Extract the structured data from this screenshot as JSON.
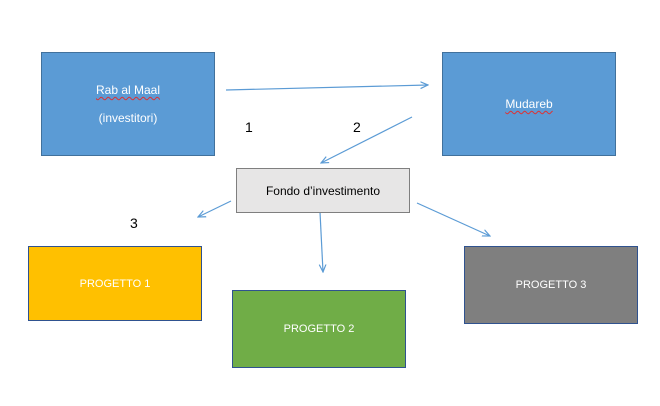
{
  "investors": {
    "line1": "Rab al Maal",
    "line2": "(investitori)"
  },
  "manager": {
    "label": "Mudareb"
  },
  "fund": {
    "label": "Fondo d’investimento"
  },
  "projects": [
    {
      "label": "PROGETTO 1",
      "color": "#ffc000"
    },
    {
      "label": "PROGETTO 2",
      "color": "#70ad47"
    },
    {
      "label": "PROGETTO 3",
      "color": "#7f7f7f"
    }
  ],
  "step_numbers": [
    "1",
    "2",
    "3"
  ],
  "colors": {
    "box_blue": "#5b9bd5",
    "arrow": "#5b9bd5",
    "fund_fill": "#e7e6e6"
  }
}
